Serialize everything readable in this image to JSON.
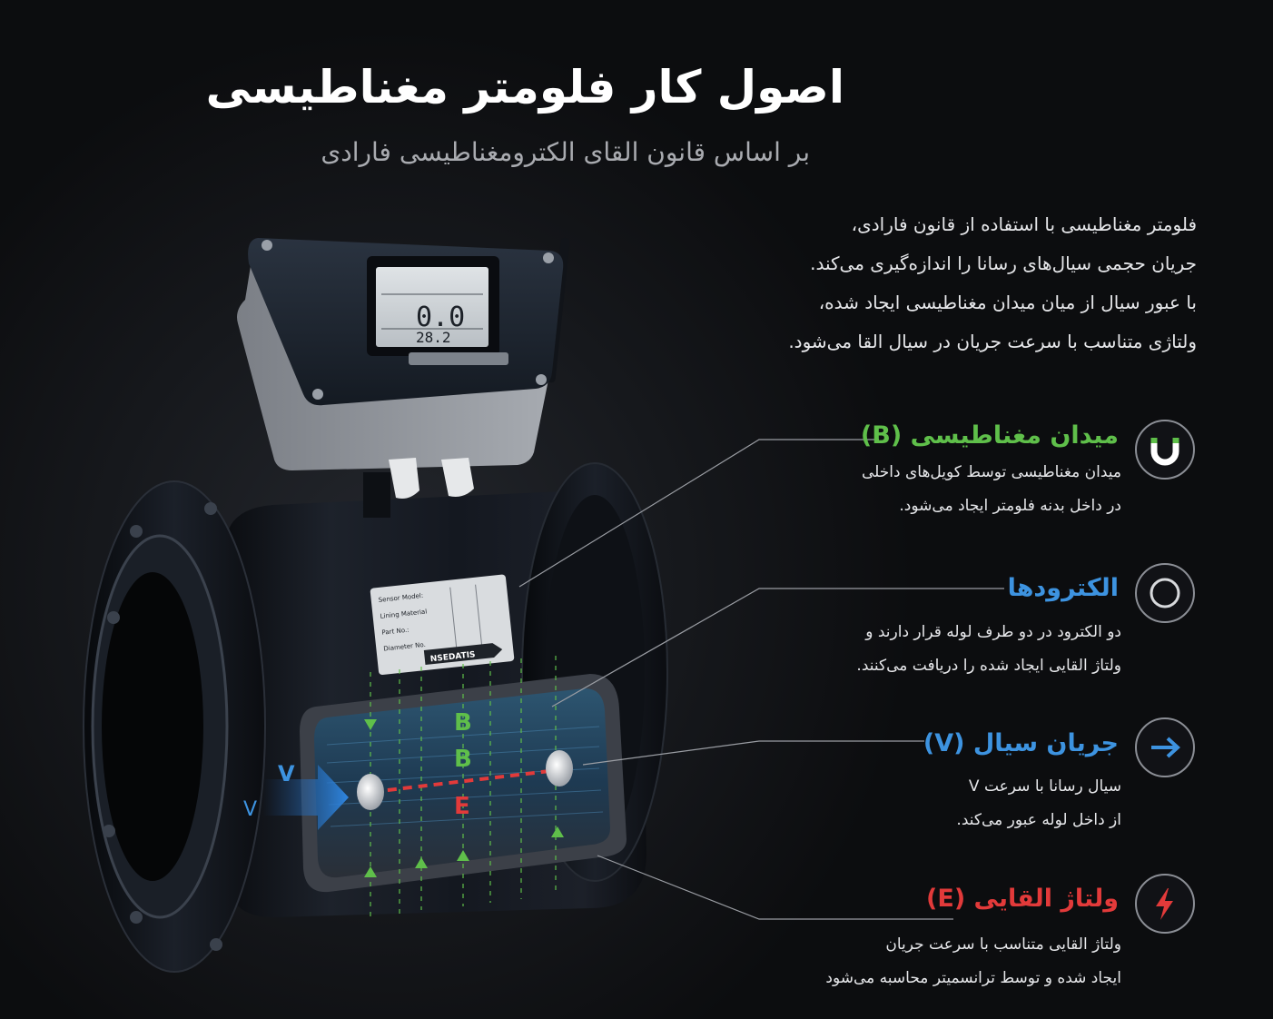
{
  "header": {
    "title": "اصول کار فلومتر مغناطیسی",
    "subtitle": "بر اساس قانون القای الکترومغناطیسی فارادی"
  },
  "intro": {
    "lines": [
      "فلومتر مغناطیسی با استفاده از قانون فارادی،",
      "جریان حجمی سیال‌های رسانا را اندازه‌گیری می‌کند.",
      "با عبور سیال از میان میدان مغناطیسی ایجاد شده،",
      "ولتاژی متناسب با سرعت جریان در سیال القا می‌شود."
    ]
  },
  "features": [
    {
      "title": "میدان مغناطیسی (B)",
      "color": "#5fbf4a",
      "icon": "magnet-icon",
      "lines": [
        "میدان مغناطیسی توسط کویل‌های داخلی",
        "در داخل بدنه فلومتر ایجاد می‌شود."
      ]
    },
    {
      "title": "الکترودها",
      "color": "#3d93e0",
      "icon": "ring-icon",
      "lines": [
        "دو الکترود در دو طرف لوله قرار دارند و",
        "ولتاژ القایی ایجاد شده را دریافت می‌کنند."
      ]
    },
    {
      "title": "جریان سیال (V)",
      "color": "#3d93e0",
      "icon": "arrow-right-icon",
      "lines": [
        "سیال رسانا با سرعت V",
        "از داخل لوله عبور می‌کند."
      ]
    },
    {
      "title": "ولتاژ القایی (E)",
      "color": "#e23a3a",
      "icon": "lightning-icon",
      "lines": [
        "ولتاژ القایی متناسب با سرعت جریان",
        "ایجاد شده و توسط ترانسمیتر محاسبه می‌شود"
      ]
    }
  ],
  "device": {
    "display": {
      "reading_main": "0.0",
      "reading_sub": "28.2"
    },
    "nameplate": {
      "rows": [
        "Sensor Model:",
        "Lining Material",
        "Part No.:",
        "Diameter No."
      ],
      "brand": "NSEDATIS"
    },
    "labels": {
      "b_top": "B",
      "b_bottom": "B",
      "e": "E",
      "v_main": "V",
      "v_side": "V"
    },
    "colors": {
      "magnetic": "#5fbf4a",
      "flow": "#3d93e0",
      "voltage": "#e23a3a"
    }
  }
}
